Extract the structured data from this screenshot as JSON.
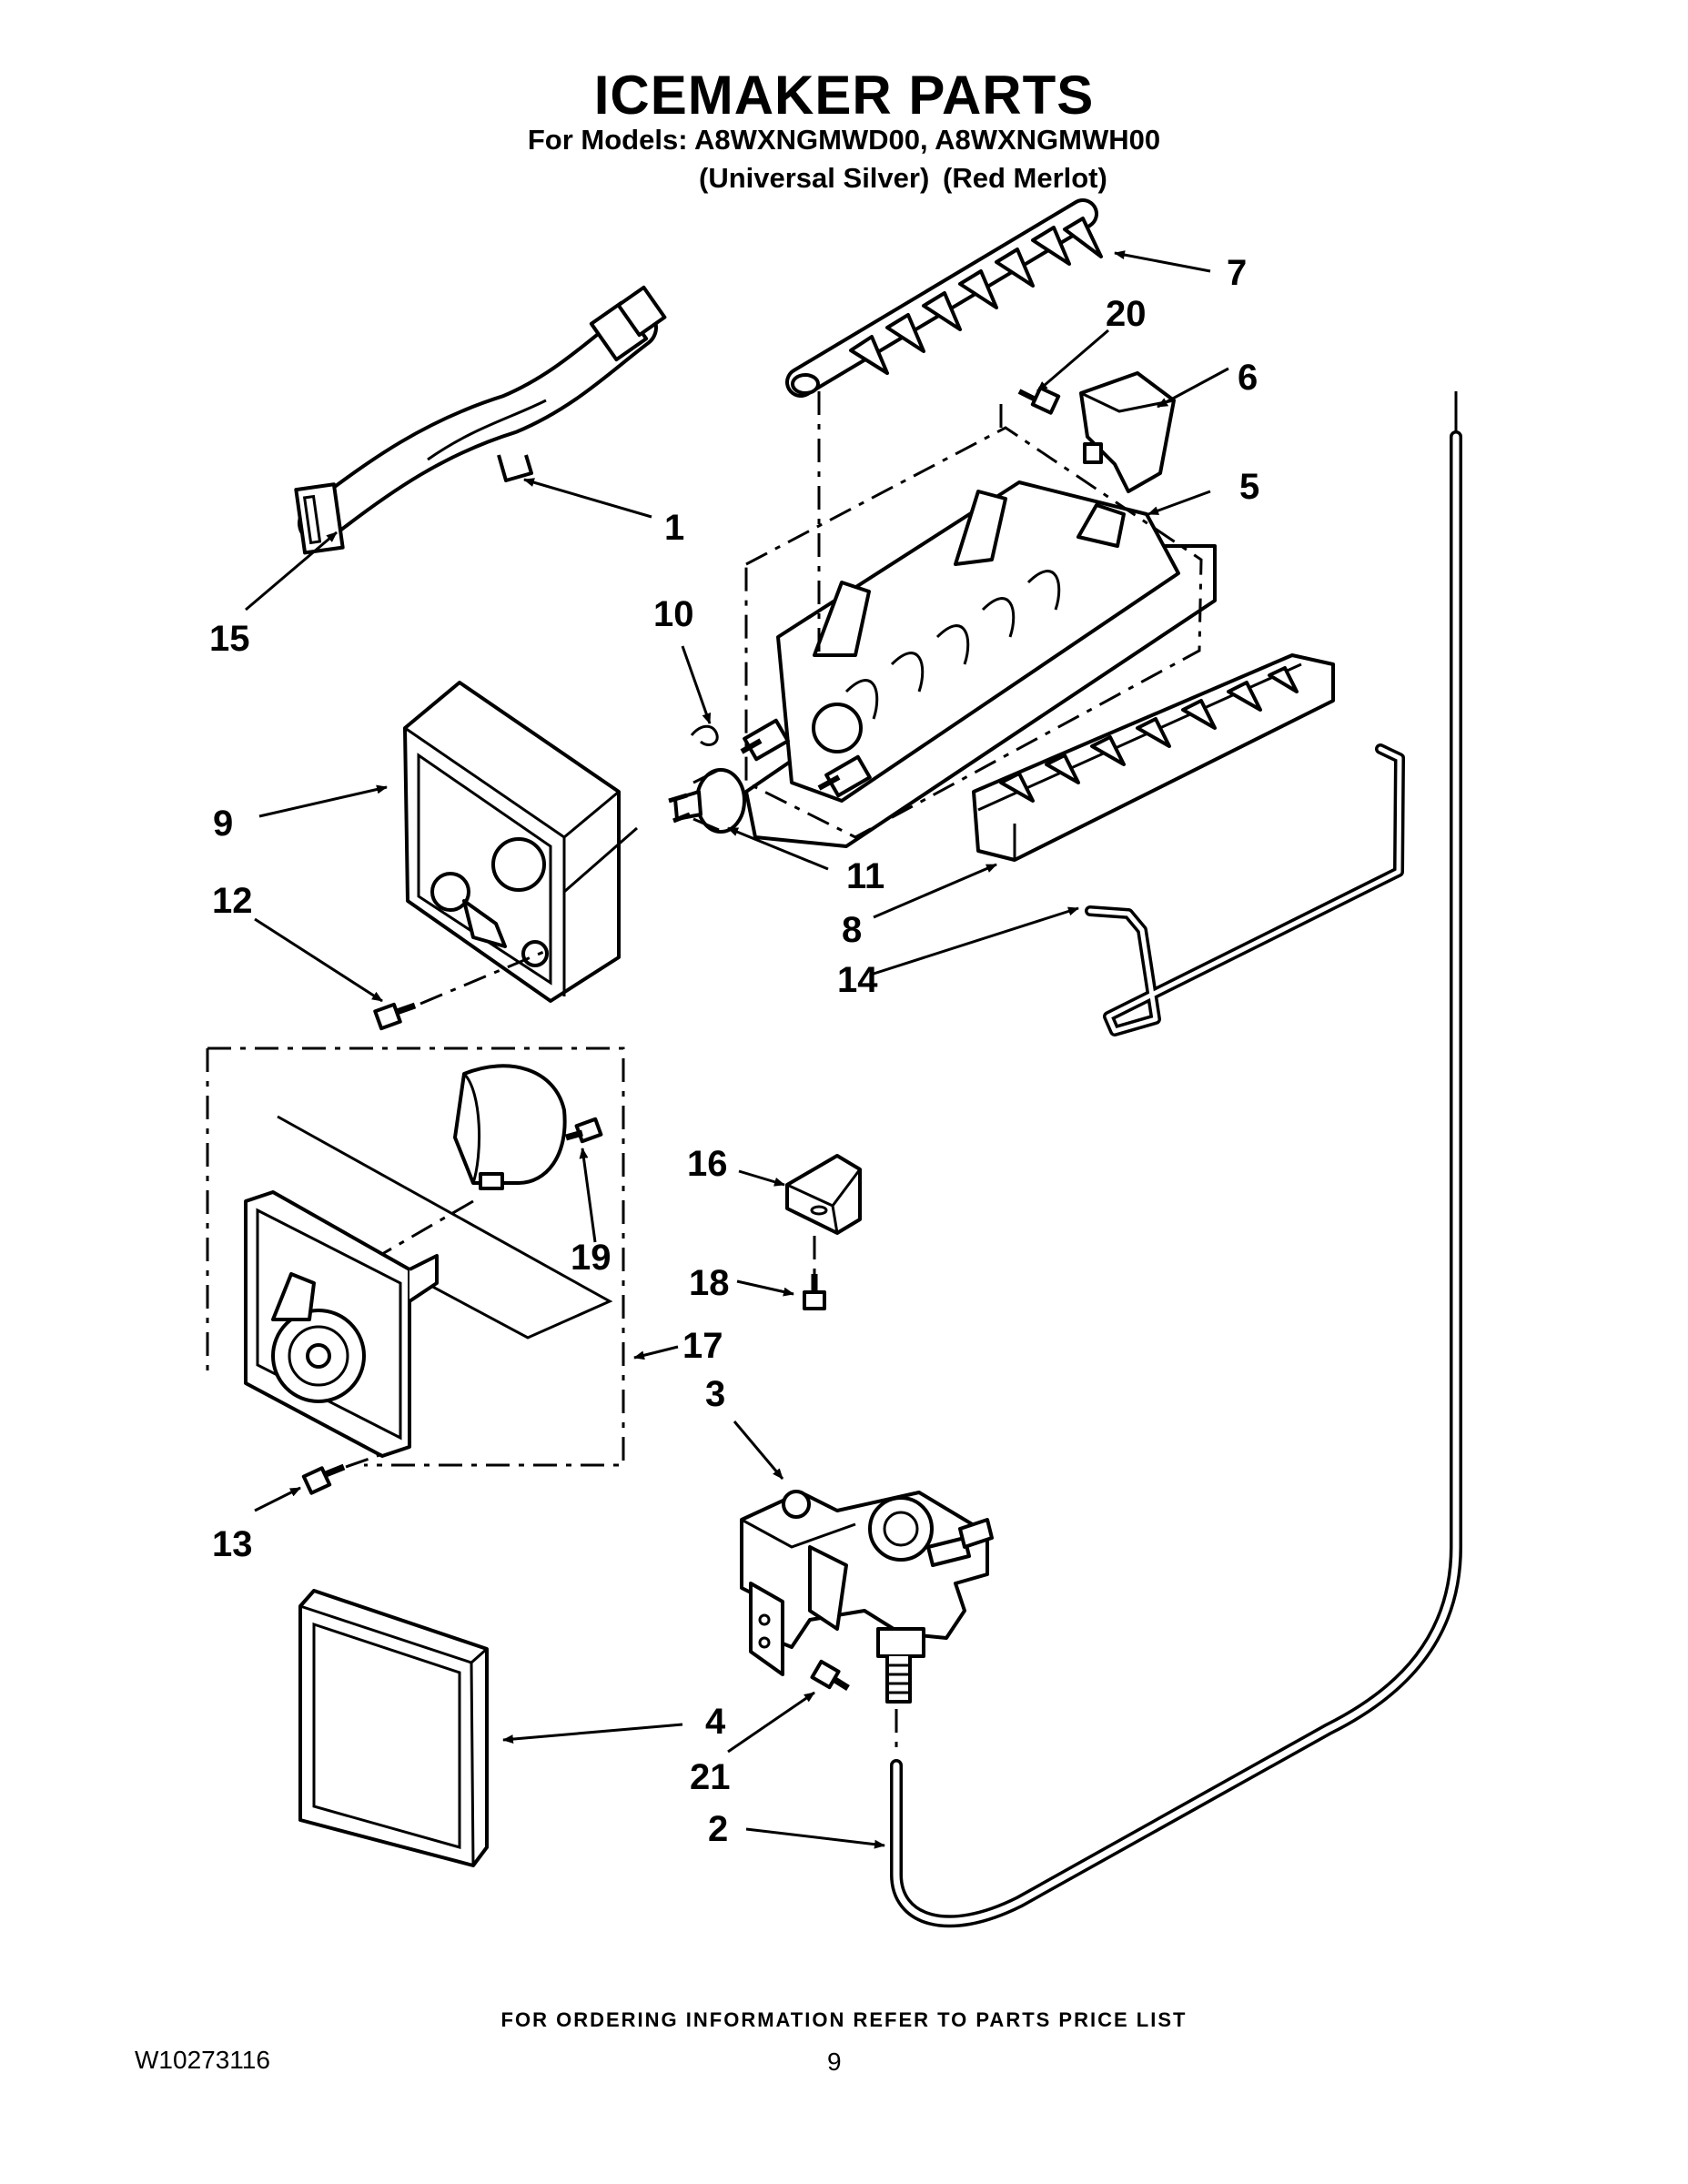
{
  "header": {
    "title": "ICEMAKER PARTS",
    "models_line": "For Models: A8WXNGMWD00, A8WXNGMWH00",
    "finish_left": "(Universal Silver)",
    "finish_right": "(Red Merlot)"
  },
  "callouts": {
    "c1": "1",
    "c2": "2",
    "c3": "3",
    "c4": "4",
    "c5": "5",
    "c6": "6",
    "c7": "7",
    "c8": "8",
    "c9": "9",
    "c10": "10",
    "c11": "11",
    "c12": "12",
    "c13": "13",
    "c14": "14",
    "c15": "15",
    "c16": "16",
    "c17": "17",
    "c18": "18",
    "c19": "19",
    "c20": "20",
    "c21": "21"
  },
  "footer": {
    "note": "FOR ORDERING INFORMATION REFER TO PARTS PRICE LIST",
    "doc_number": "W10273116",
    "page_number": "9"
  }
}
